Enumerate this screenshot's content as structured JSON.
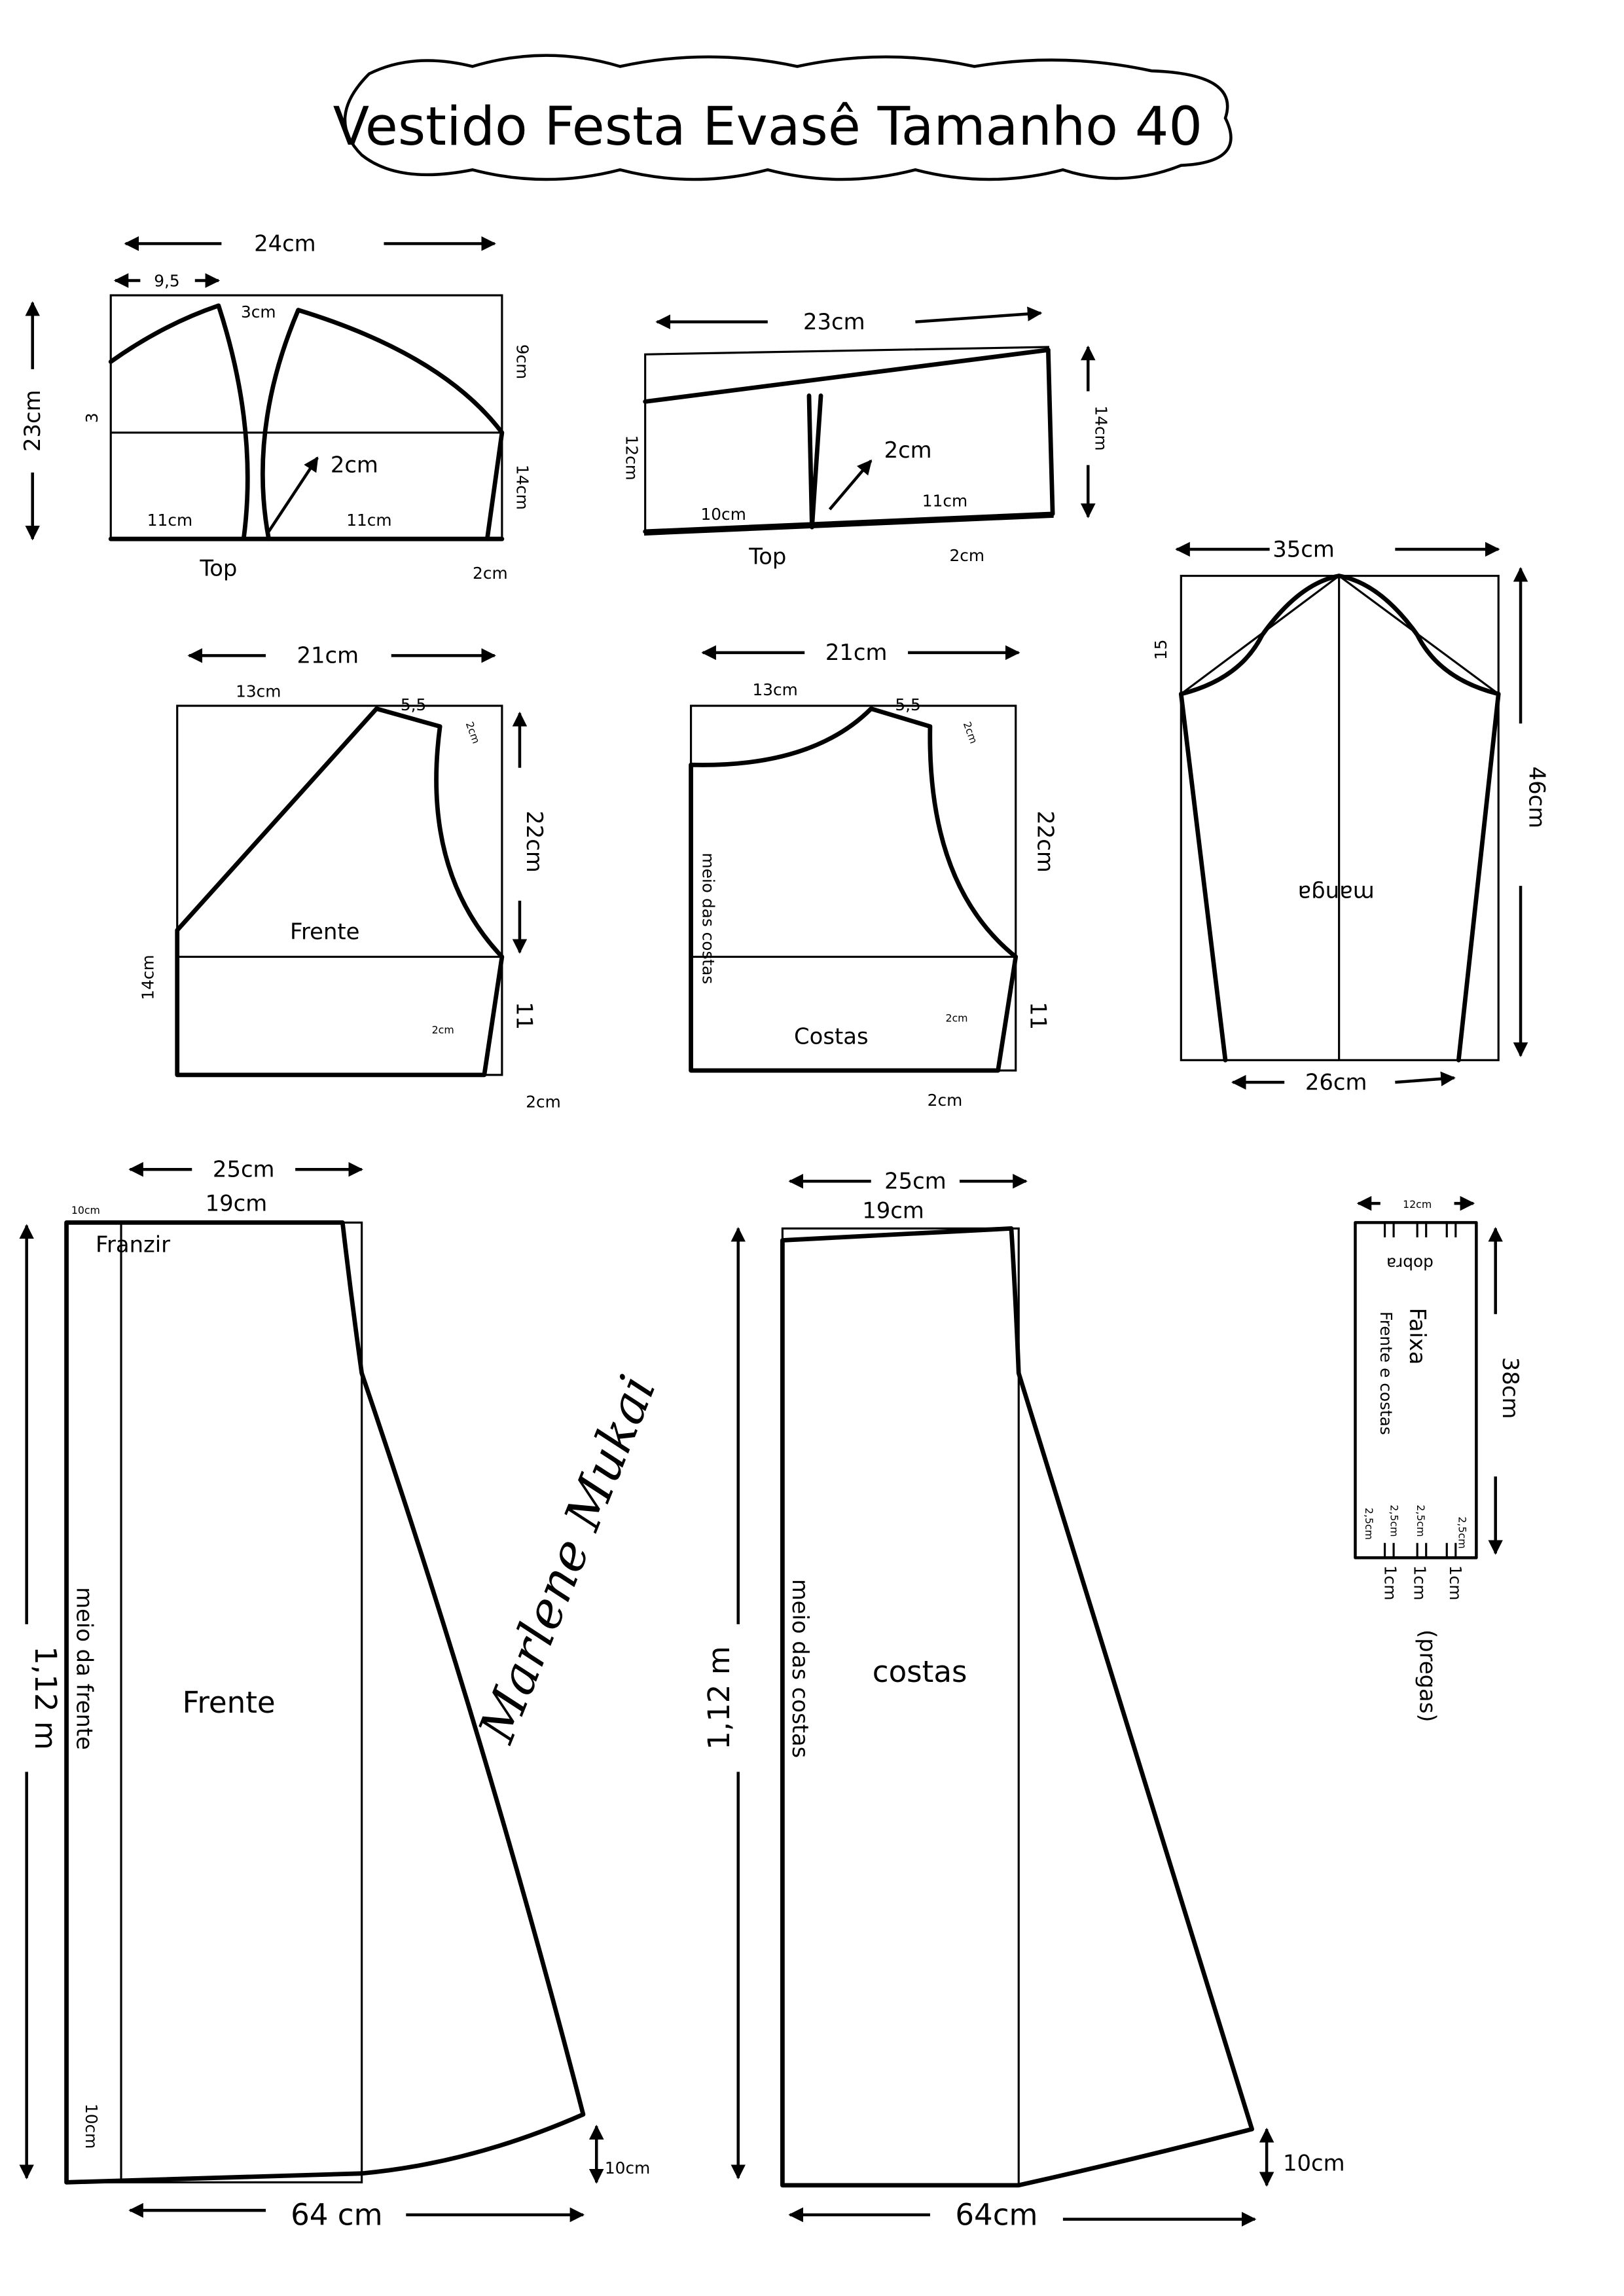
{
  "title": "Vestido Festa Evasê Tamanho 40",
  "pieces": {
    "top_front": {
      "label": "Top",
      "width": "24cm",
      "neck_offset": "9,5",
      "dart_gap": "3cm",
      "height": "23cm",
      "neck_drop": "3",
      "armhole_depth": "9cm",
      "side_height": "14cm",
      "dart_width": "2cm",
      "bottom_left": "11cm",
      "bottom_right": "11cm",
      "side_in": "2cm"
    },
    "top_back": {
      "label": "Top",
      "width": "23cm",
      "height_right": "14cm",
      "height_left": "12cm",
      "bottom_left": "10cm",
      "dart_width": "2cm",
      "bottom_right": "11cm",
      "side_in": "2cm"
    },
    "bodice_front": {
      "label": "Frente",
      "width": "21cm",
      "neck_width": "13cm",
      "shoulder": "5,5",
      "shoulder_drop": "2cm",
      "armhole_height": "22cm",
      "center_height": "14cm",
      "side_height": "11",
      "waist_in": "2cm",
      "side_in": "2cm"
    },
    "bodice_back": {
      "label": "Costas",
      "fold_label": "meio das costas",
      "width": "21cm",
      "neck_width": "13cm",
      "shoulder": "5,5",
      "shoulder_drop": "2cm",
      "armhole_height": "22cm",
      "side_height": "11",
      "waist_in": "2cm",
      "side_in": "2cm"
    },
    "sleeve": {
      "label": "manga",
      "width": "35cm",
      "cap_height": "15",
      "length": "46cm",
      "bottom_width": "26cm"
    },
    "skirt_front": {
      "label": "Frente",
      "fold_label": "meio da frente",
      "gather_label": "Franzir",
      "top_width": "25cm",
      "gather_width": "10cm",
      "top_inner": "19cm",
      "length": "1,12 m",
      "hem_left": "10cm",
      "hem_right": "10cm",
      "bottom_width": "64 cm"
    },
    "skirt_back": {
      "label": "costas",
      "fold_label": "meio das costas",
      "top_width": "25cm",
      "top_inner": "19cm",
      "length": "1,12 m",
      "hem_right": "10cm",
      "bottom_width": "64cm"
    },
    "band": {
      "label": "Faixa",
      "fold_label": "dobra",
      "sub_label": "Frente e costas",
      "width": "12cm",
      "length": "38cm",
      "pleat_spacing": [
        "2,5cm",
        "2,5cm",
        "2,5cm",
        "2,5cm"
      ],
      "pleat_depth": [
        "1cm",
        "1cm",
        "1cm"
      ],
      "pleat_note": "(pregas)"
    }
  },
  "signature": "Marlene Mukai"
}
